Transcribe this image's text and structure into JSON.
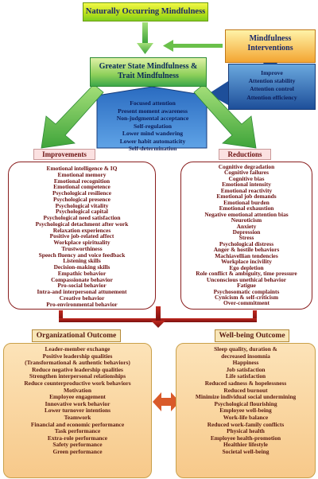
{
  "top_box": {
    "label": "Naturally Occurring Mindfulness"
  },
  "interventions_box": {
    "line1": "Mindfulness",
    "line2": "Interventions"
  },
  "state_box": {
    "line1": "Greater State Mindfulness &",
    "line2": "Trait Mindfulness"
  },
  "improve_box": {
    "lines": [
      "Improve",
      "Attention stability",
      "Attention control",
      "Attention efficiency"
    ]
  },
  "mechanisms": {
    "lines": [
      "Focused attention",
      "Present moment awareness",
      "Non-judgmental acceptance",
      "Self-regulation",
      "Lower mind wandering",
      "Lower habit automaticity",
      "Self-determination"
    ]
  },
  "improvements": {
    "label": "Improvements",
    "items": [
      "Emotional intelligence & IQ",
      "Emotional memory",
      "Emotional recognition",
      "Emotional competence",
      "Psychological resilience",
      "Psychological presence",
      "Psychological vitality",
      "Psychological capital",
      "Psychological need satisfaction",
      "Psychological detachment after work",
      "Relaxation experiences",
      "Positive job-related affect",
      "Workplace spirituality",
      "Trustworthiness",
      "Speech fluency and voice feedback",
      "Listening skills",
      "Decision-making skills",
      "Empathic behavior",
      "Compassionate behavior",
      "Pro-social behavior",
      "Intra-and interpersonal attunement",
      "Creative behavior",
      "Pro-environmental behavior"
    ]
  },
  "reductions": {
    "label": "Reductions",
    "items": [
      "Cognitive degradation",
      "Cognitive failures",
      "Cognitive bias",
      "Emotional intensity",
      "Emotional reactivity",
      "Emotional job demands",
      "Emotional burden",
      "Emotional exhaustion",
      "Negative emotional attention bias",
      "Neuroticism",
      "Anxiety",
      "Depression",
      "Stress",
      "Psychological distress",
      "Anger & hostile behaviors",
      "Machiavellian tendencies",
      "Workplace incivility",
      "Ego depletion",
      "Role conflict & ambiguity, time pressure",
      "Unconscious unethical behavior",
      "Fatigue",
      "Psychosomatic complaints",
      "Cynicism & self-criticism",
      "Over-commitment"
    ]
  },
  "organizational_outcome": {
    "label": "Organizational Outcome",
    "items": [
      "Leader-member exchange",
      "Positive leadership qualities",
      "(Transformational & authentic behaviors)",
      "Reduce negative leadership qualities",
      "Strengthen interpersonal relationships",
      "Reduce counterproductive work behaviors",
      "Motivation",
      "Employee engagement",
      "Innovative work behavior",
      "Lower turnover intentions",
      "Teamwork",
      "Financial and economic performance",
      "Task performance",
      "Extra-role performance",
      "Safety performance",
      "Green performance"
    ]
  },
  "wellbeing_outcome": {
    "label": "Well-being Outcome",
    "items": [
      "Sleep quality, duration &",
      "decreased insomnia",
      "Happiness",
      "Job satisfaction",
      "Life satisfaction",
      "Reduced sadness & hopelessness",
      "Reduced burnout",
      "Minimize individual social undermining",
      "Psychological flourishing",
      "Employee well-being",
      "Work-life balance",
      "Reduced work-family conflicts",
      "Physical health",
      "Employee health-promotion",
      "Healthier lifestyle",
      "Societal well-being"
    ]
  },
  "colors": {
    "green_arrow": "#5fbf3a",
    "blue_shape": "#2a6bc0",
    "red_border": "#8a1e1e",
    "orange_arrow": "#d95a2a"
  }
}
